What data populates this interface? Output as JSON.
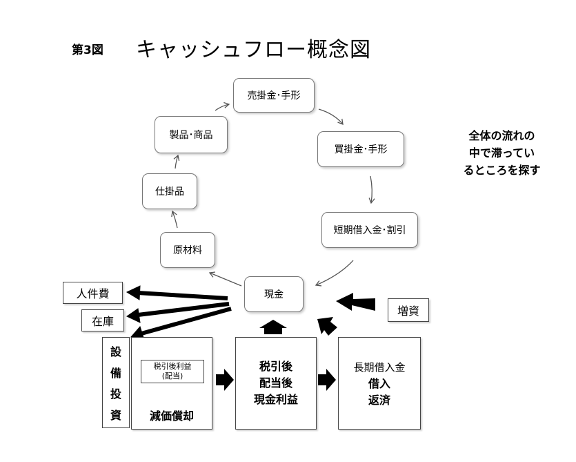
{
  "figure_label": "第3図",
  "title": "キャッシュフロー概念図",
  "cycle": {
    "uri_kake": "売掛金･手形",
    "kai_kake": "買掛金･手形",
    "tanki": "短期借入金･割引",
    "genkin": "現金",
    "genzairyo": "原材料",
    "shikake": "仕掛品",
    "seihin": "製品･商品"
  },
  "outflows": {
    "jinkenhi": "人件費",
    "zaiko": "在庫",
    "setsubi_chars": [
      "設",
      "備",
      "投",
      "資"
    ]
  },
  "inflow_zoushi": "増資",
  "note": [
    "全体の流れの",
    "中で滞ってい",
    "るところを探す"
  ],
  "profit_box": {
    "inner": [
      "税引後利益",
      "(配当)"
    ],
    "bottom": "減価償却"
  },
  "cash_profit_box": [
    "税引後",
    "配当後",
    "現金利益"
  ],
  "long_term_box": {
    "top": "長期借入金",
    "lines": [
      "借入",
      "返済"
    ]
  }
}
